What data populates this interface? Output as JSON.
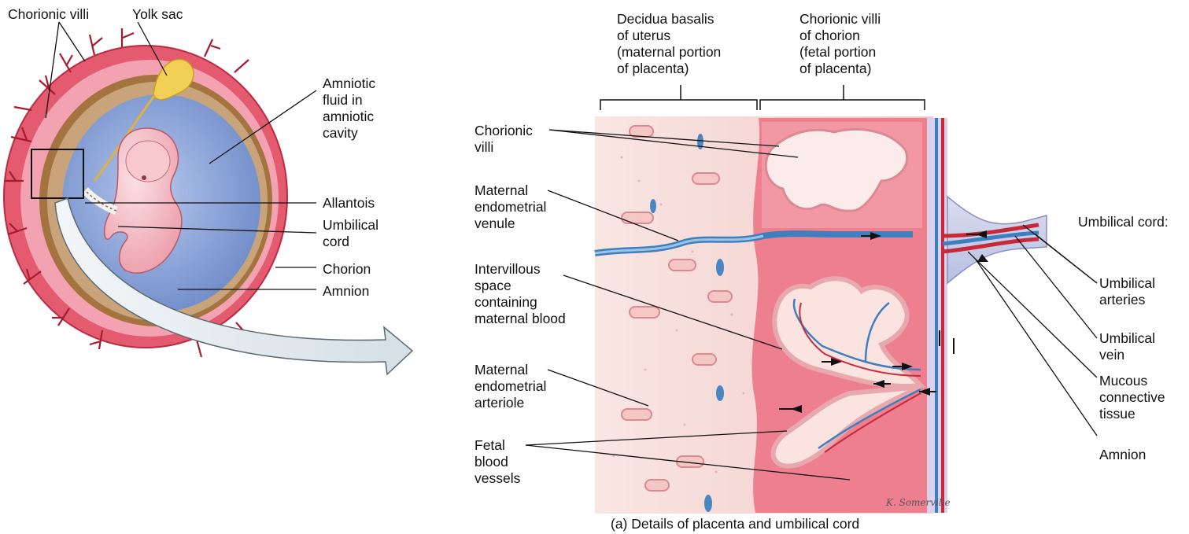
{
  "left_figure": {
    "labels": {
      "chorionic_villi": "Chorionic villi",
      "yolk_sac": "Yolk sac",
      "amniotic_fluid": "Amniotic\nfluid in\namniotic\ncavity",
      "allantois": "Allantois",
      "umbilical_cord": "Umbilical\ncord",
      "chorion": "Chorion",
      "amnion": "Amnion"
    }
  },
  "right_figure": {
    "brackets": {
      "decidua_basalis": "Decidua basalis\nof uterus\n(maternal portion\nof placenta)",
      "chorionic_villi_chorion": "Chorionic villi\nof chorion\n(fetal portion\nof placenta)"
    },
    "left_labels": {
      "chorionic_villi": "Chorionic\nvilli",
      "maternal_venule": "Maternal\nendometrial\nvenule",
      "intervillous_space": "Intervillous\nspace\ncontaining\nmaternal blood",
      "maternal_arteriole": "Maternal\nendometrial\narteriole",
      "fetal_vessels": "Fetal\nblood\nvessels"
    },
    "right_labels": {
      "umbilical_cord": "Umbilical cord:",
      "umbilical_arteries": "Umbilical\narteries",
      "umbilical_vein": "Umbilical\nvein",
      "mucous_connective": "Mucous\nconnective\ntissue",
      "amnion": "Amnion"
    },
    "signature": "K. Somerville",
    "caption": "(a) Details of placenta and umbilical cord"
  },
  "colors": {
    "chorion_red": "#d8445a",
    "amniotic_blue": "#8fa6d8",
    "placenta_pink": "#f1a0a8",
    "decidua_pale": "#f6dcd8",
    "vein_blue": "#3e7fc0",
    "artery_red": "#c8283a",
    "arrow_grey": "#dfe8ee"
  }
}
